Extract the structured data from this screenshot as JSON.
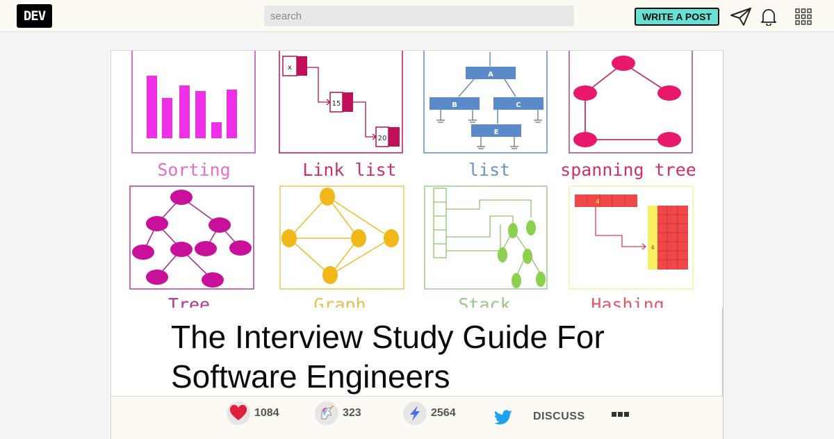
{
  "header": {
    "logo_text": "DEV",
    "search_placeholder": "search",
    "write_post_label": "WRITE A POST",
    "icons": [
      "paper-plane-icon",
      "bell-icon",
      "apps-grid-icon"
    ]
  },
  "hero": {
    "labels": [
      "Sorting",
      "Link list",
      "list",
      "spanning tree",
      "Tree",
      "Graph",
      "Stack",
      "Hashing"
    ],
    "node_labels": {
      "link_x": "x",
      "link_15": "15",
      "link_20": "20",
      "tree_a": "A",
      "tree_b": "B",
      "tree_c": "C",
      "tree_e": "E",
      "hash_top": "4",
      "hash_side": "4"
    }
  },
  "article": {
    "title": "The Interview Study Guide For Software Engineers"
  },
  "reactions": {
    "hearts": "1084",
    "unicorns": "323",
    "saves": "2564",
    "discuss_label": "DISCUSS"
  },
  "colors": {
    "accent_teal": "#66e2d5",
    "magenta": "#f030e8",
    "crimson": "#c0105a",
    "blue": "#5a8ac8",
    "pink_node": "#e8186a",
    "tree_node": "#c8109a",
    "graph_node": "#f0b818",
    "stack_node": "#8cd050",
    "hash_red": "#f04848",
    "hash_yellow": "#f8f060"
  }
}
